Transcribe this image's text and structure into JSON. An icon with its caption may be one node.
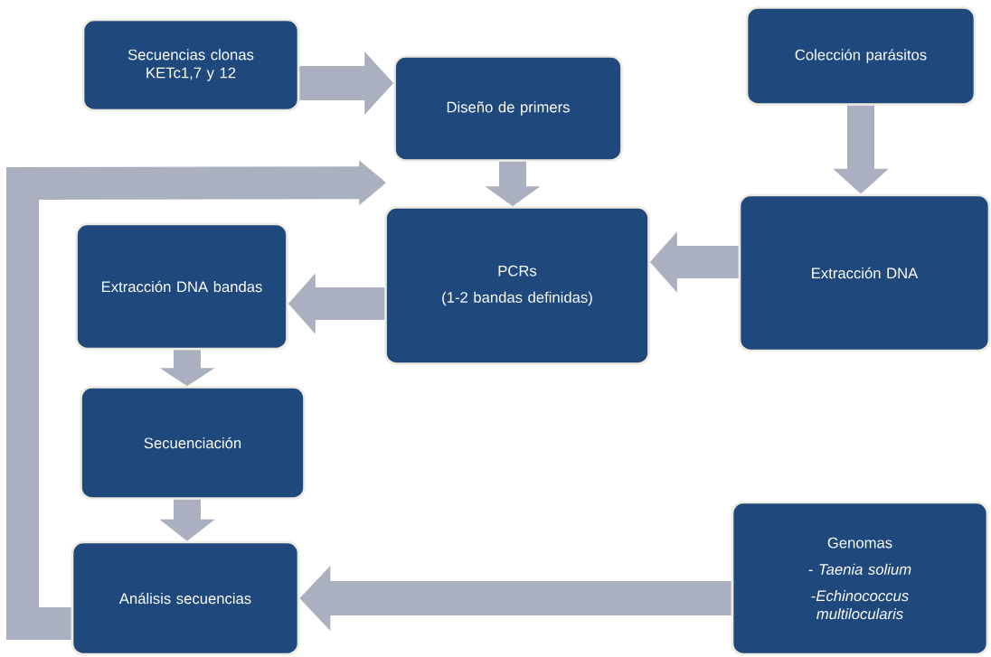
{
  "diagram": {
    "nodes": [
      {
        "text": [
          "Secuencias clonas KETc1,7 y 12"
        ]
      },
      {
        "text": [
          "Diseño de primers"
        ]
      },
      {
        "text": [
          "Colección parásitos"
        ]
      },
      {
        "text": [
          "PCRs",
          "(1-2 bandas definidas)"
        ]
      },
      {
        "text": [
          "Extracción DNA"
        ]
      },
      {
        "text": [
          "Extracción DNA bandas"
        ]
      },
      {
        "text": [
          "Secuenciación"
        ]
      },
      {
        "text": [
          "Genomas",
          "- *Taenia solium*",
          "-*Echinococcus multilocularis*"
        ]
      },
      {
        "text": [
          "Análisis secuencias"
        ]
      }
    ],
    "edges": [
      {
        "from": 0,
        "to": 1,
        "arrow": "to"
      },
      {
        "from": 1,
        "to": 3,
        "arrow": "to"
      },
      {
        "from": 2,
        "to": 4,
        "arrow": "to"
      },
      {
        "from": 4,
        "to": 3,
        "arrow": "to"
      },
      {
        "from": 3,
        "to": 5,
        "arrow": "to"
      },
      {
        "from": 5,
        "to": 6,
        "arrow": "to"
      },
      {
        "from": 6,
        "to": 8,
        "arrow": "to"
      },
      {
        "from": 7,
        "to": 8,
        "arrow": "to"
      },
      {
        "from": 8,
        "to": 3,
        "arrow": "to"
      }
    ]
  }
}
